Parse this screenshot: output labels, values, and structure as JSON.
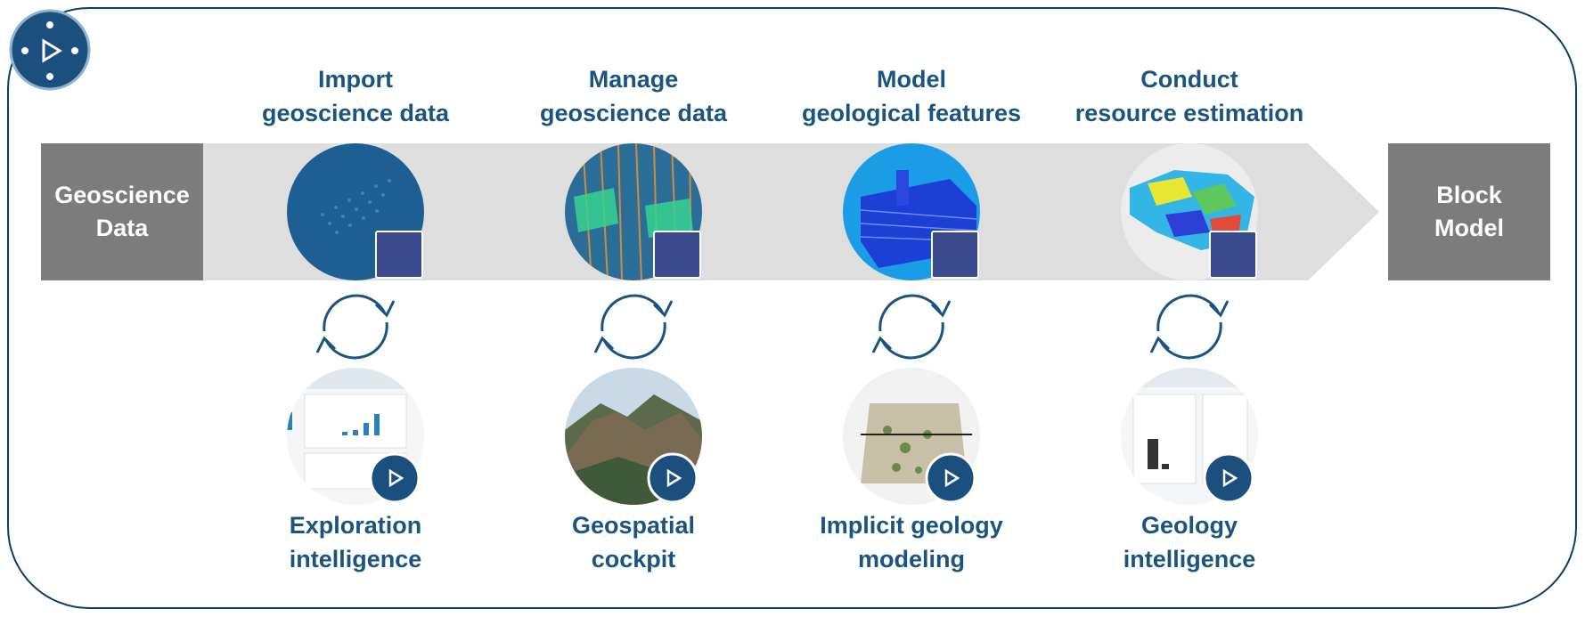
{
  "start_box": {
    "line1": "Geoscience",
    "line2": "Data"
  },
  "end_box": {
    "line1": "Block",
    "line2": "Model"
  },
  "processes": [
    {
      "line1": "Import",
      "line2": "geoscience data"
    },
    {
      "line1": "Manage",
      "line2": "geoscience data"
    },
    {
      "line1": "Model",
      "line2": "geological features"
    },
    {
      "line1": "Conduct",
      "line2": "resource estimation"
    }
  ],
  "apps": [
    {
      "line1": "Exploration",
      "line2": "intelligence"
    },
    {
      "line1": "Geospatial",
      "line2": "cockpit"
    },
    {
      "line1": "Implicit geology",
      "line2": "modeling"
    },
    {
      "line1": "Geology",
      "line2": "intelligence"
    }
  ],
  "colors": {
    "accent": "#1a5581",
    "band": "#dedede",
    "box": "#7c7c7c",
    "frame": "#0c3c68"
  },
  "icons": {
    "logo": "compass-logo-icon",
    "cycle": "refresh-cycle-icon",
    "badge": "app-badge-icon"
  }
}
